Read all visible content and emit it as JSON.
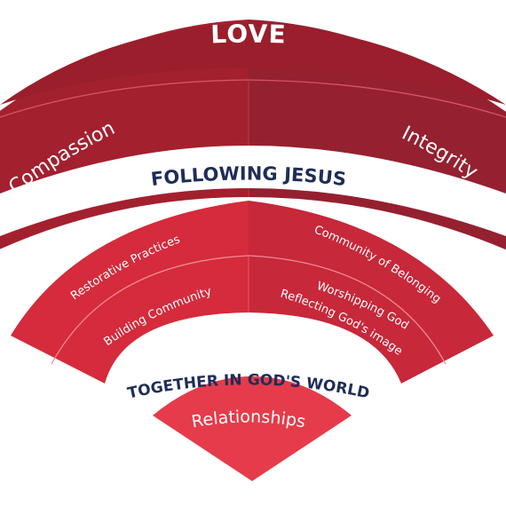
{
  "outer_band": {
    "title": "LOVE",
    "left_label": "Compassion",
    "right_label": "Integrity"
  },
  "heading_following": "FOLLOWING JESUS",
  "middle_band": {
    "upper_left": "Restorative Practices",
    "upper_right": "Community of Belonging",
    "lower_left": "Building Community",
    "lower_right_1": "Worshipping God",
    "lower_right_2": "Reflecting God's image"
  },
  "heading_together": "TOGETHER IN GOD'S WORLD",
  "inner_band": {
    "label": "Relationships"
  },
  "colors": {
    "outer_left": "#a3202f",
    "outer_right": "#952030",
    "outer_top": "#9a1e2b",
    "middle_left": "#d52b3c",
    "middle_right": "#c7283a",
    "inner": "#e63b4b",
    "heading_text": "#1f2d57"
  }
}
